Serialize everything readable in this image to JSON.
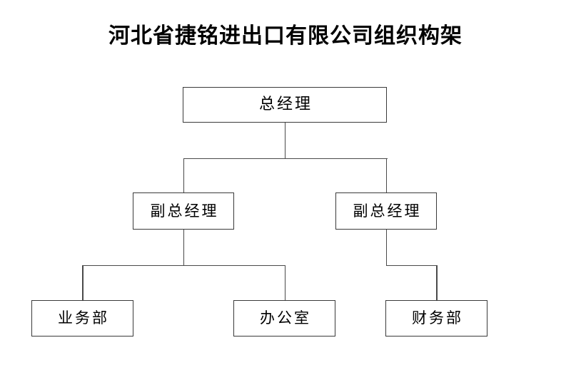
{
  "chart": {
    "title": "河北省捷铭进出口有限公司组织构架",
    "type": "org-chart",
    "background_color": "#ffffff",
    "line_color": "#4a4a4a",
    "box_border_color": "#3a3a3a",
    "text_color": "#000000",
    "levels": [
      {
        "level": 1,
        "nodes": [
          {
            "id": "ceo",
            "label": "总经理"
          }
        ]
      },
      {
        "level": 2,
        "nodes": [
          {
            "id": "vp-left",
            "label": "副总经理",
            "parent": "ceo"
          },
          {
            "id": "vp-right",
            "label": "副总经理",
            "parent": "ceo"
          }
        ]
      },
      {
        "level": 3,
        "nodes": [
          {
            "id": "dept-business",
            "label": "业务部",
            "parent": "vp-left"
          },
          {
            "id": "dept-office",
            "label": "办公室",
            "parent": "vp-left"
          },
          {
            "id": "dept-finance",
            "label": "财务部",
            "parent": "vp-right"
          }
        ]
      }
    ],
    "nodes": {
      "ceo": "总经理",
      "vp_left": "副总经理",
      "vp_right": "副总经理",
      "dept_business": "业务部",
      "dept_office": "办公室",
      "dept_finance": "财务部"
    }
  }
}
